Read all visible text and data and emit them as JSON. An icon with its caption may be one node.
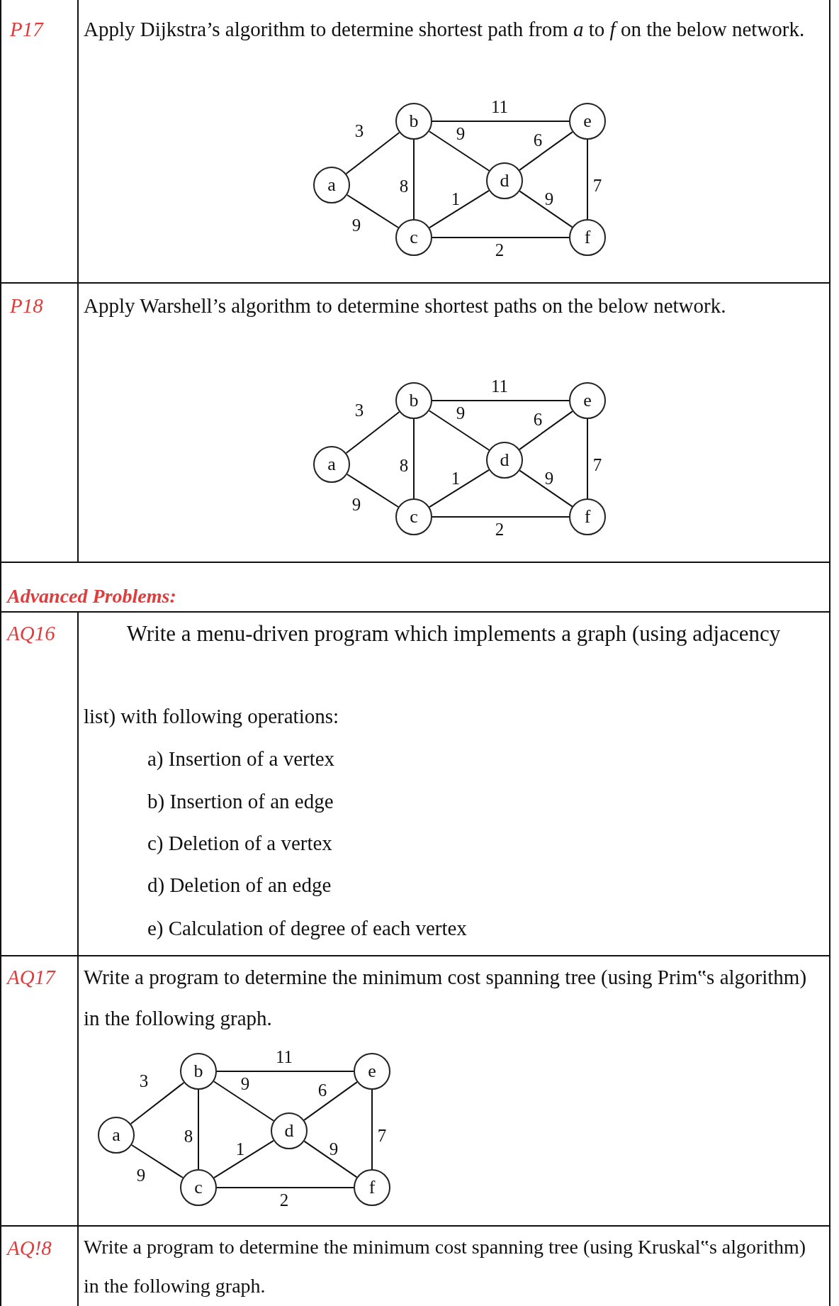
{
  "diagram": {
    "nodes": [
      {
        "text": [
          "a"
        ]
      },
      {
        "text": [
          "b"
        ]
      },
      {
        "text": [
          "c"
        ]
      },
      {
        "text": [
          "d"
        ]
      },
      {
        "text": [
          "e"
        ]
      },
      {
        "text": [
          "f"
        ]
      },
      {
        "text": [
          "a"
        ]
      },
      {
        "text": [
          "b"
        ]
      },
      {
        "text": [
          "c"
        ]
      },
      {
        "text": [
          "d"
        ]
      },
      {
        "text": [
          "e"
        ]
      },
      {
        "text": [
          "f"
        ]
      },
      {
        "text": [
          "a"
        ]
      },
      {
        "text": [
          "b"
        ]
      },
      {
        "text": [
          "c"
        ]
      },
      {
        "text": [
          "d"
        ]
      },
      {
        "text": [
          "e"
        ]
      },
      {
        "text": [
          "f"
        ]
      }
    ],
    "edges": [
      {
        "from": 0,
        "to": 1,
        "arrow": "none",
        "label": "3"
      },
      {
        "from": 0,
        "to": 2,
        "arrow": "none",
        "label": "9"
      },
      {
        "from": 1,
        "to": 4,
        "arrow": "none",
        "label": "11"
      },
      {
        "from": 1,
        "to": 3,
        "arrow": "none",
        "label": "9"
      },
      {
        "from": 1,
        "to": 2,
        "arrow": "none",
        "label": "8"
      },
      {
        "from": 2,
        "to": 3,
        "arrow": "none",
        "label": "1"
      },
      {
        "from": 3,
        "to": 4,
        "arrow": "none",
        "label": "6"
      },
      {
        "from": 3,
        "to": 5,
        "arrow": "none",
        "label": "9"
      },
      {
        "from": 4,
        "to": 5,
        "arrow": "none",
        "label": "7"
      },
      {
        "from": 2,
        "to": 5,
        "arrow": "none",
        "label": "2"
      },
      {
        "from": 6,
        "to": 7,
        "arrow": "none",
        "label": "3"
      },
      {
        "from": 6,
        "to": 8,
        "arrow": "none",
        "label": "9"
      },
      {
        "from": 7,
        "to": 10,
        "arrow": "none",
        "label": "11"
      },
      {
        "from": 7,
        "to": 9,
        "arrow": "none",
        "label": "9"
      },
      {
        "from": 7,
        "to": 8,
        "arrow": "none",
        "label": "8"
      },
      {
        "from": 8,
        "to": 9,
        "arrow": "none",
        "label": "1"
      },
      {
        "from": 9,
        "to": 10,
        "arrow": "none",
        "label": "6"
      },
      {
        "from": 9,
        "to": 11,
        "arrow": "none",
        "label": "9"
      },
      {
        "from": 10,
        "to": 11,
        "arrow": "none",
        "label": "7"
      },
      {
        "from": 8,
        "to": 11,
        "arrow": "none",
        "label": "2"
      },
      {
        "from": 12,
        "to": 13,
        "arrow": "none",
        "label": "3"
      },
      {
        "from": 12,
        "to": 14,
        "arrow": "none",
        "label": "9"
      },
      {
        "from": 13,
        "to": 16,
        "arrow": "none",
        "label": "11"
      },
      {
        "from": 13,
        "to": 15,
        "arrow": "none",
        "label": "9"
      },
      {
        "from": 13,
        "to": 14,
        "arrow": "none",
        "label": "8"
      },
      {
        "from": 14,
        "to": 15,
        "arrow": "none",
        "label": "1"
      },
      {
        "from": 15,
        "to": 16,
        "arrow": "none",
        "label": "6"
      },
      {
        "from": 15,
        "to": 17,
        "arrow": "none",
        "label": "9"
      },
      {
        "from": 16,
        "to": 17,
        "arrow": "none",
        "label": "7"
      },
      {
        "from": 14,
        "to": 17,
        "arrow": "none",
        "label": "2"
      }
    ],
    "labels": [
      "P17",
      "Apply Dijkstra’s algorithm to determine shortest path from *a* to *f* on the below network.",
      "P18",
      "Apply Warshell’s algorithm to determine shortest paths on the below network.",
      "Advanced Problems:",
      "AQ16",
      "Write a menu-driven program which implements a graph (using adjacency",
      "list) with following operations:",
      "a) Insertion of a vertex",
      "b) Insertion of an edge",
      "c) Deletion of a vertex",
      "d) Deletion of an edge",
      "e) Calculation of degree of each vertex",
      "AQ17",
      "Write a program to determine the minimum cost spanning tree (using Prim‟s algorithm) in the following graph.",
      "AQ!8",
      "Write a program to determine the minimum cost spanning tree (using Kruskal‟s algorithm) in the following graph."
    ]
  }
}
